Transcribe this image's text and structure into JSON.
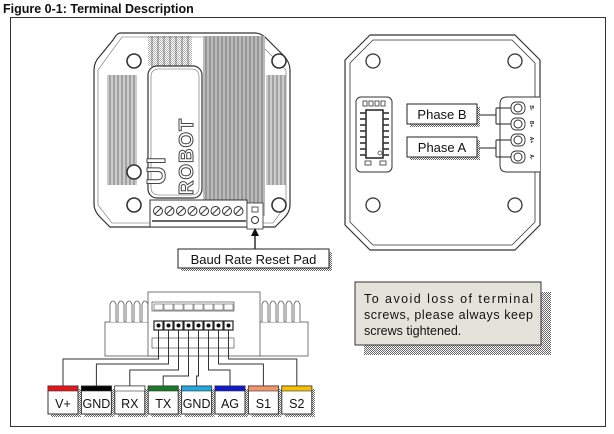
{
  "figure": {
    "title": "Figure 0-1:  Terminal Description"
  },
  "top_view": {
    "logo_line1": "UI",
    "logo_line2": "ROBOT",
    "screw_count": 8,
    "callout": "Baud Rate Reset Pad"
  },
  "back_view": {
    "phase_b_label": "Phase B",
    "phase_a_label": "Phase A",
    "terminals": [
      "B-",
      "B+",
      "A+",
      "A-"
    ]
  },
  "note": {
    "text_line1": "To avoid loss of terminal",
    "text_line2": "screws, please always keep",
    "text_line3": "screws tightened."
  },
  "pin_labels": [
    {
      "label": "V+",
      "color": "#e8141a"
    },
    {
      "label": "GND",
      "color": "#000000"
    },
    {
      "label": "RX",
      "color": "#ffffff"
    },
    {
      "label": "TX",
      "color": "#1a7a2a"
    },
    {
      "label": "GND",
      "color": "#22a8e0"
    },
    {
      "label": "AG",
      "color": "#1018d0"
    },
    {
      "label": "S1",
      "color": "#f4946a"
    },
    {
      "label": "S2",
      "color": "#f5c000"
    }
  ]
}
